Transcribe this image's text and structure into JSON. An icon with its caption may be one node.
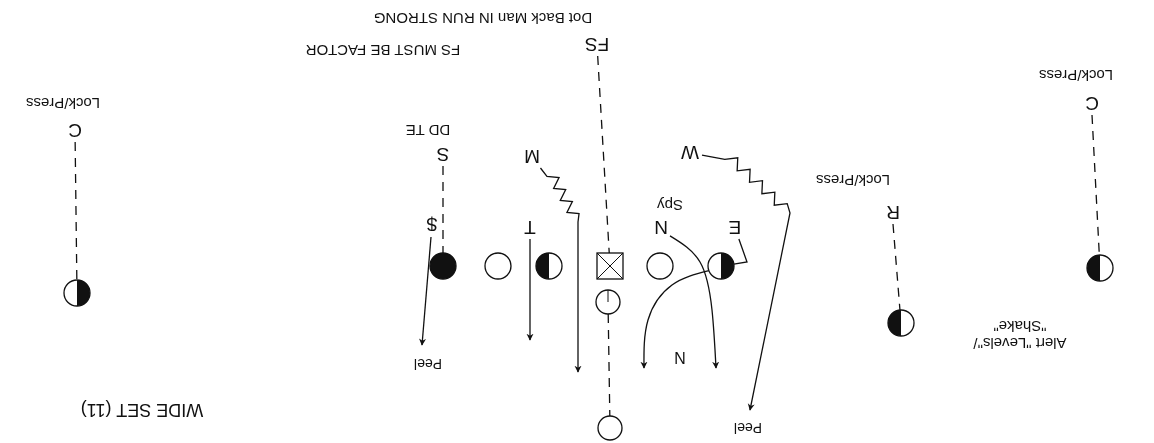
{
  "diagram": {
    "nodes": [
      {
        "text": [
          "FS"
        ],
        "beside": [
          "FS MUST BE FACTOR",
          "Dot Back Man IN RUN STRONG"
        ]
      },
      {
        "text": [
          "C"
        ],
        "beside": [
          "Lock/Press"
        ]
      },
      {
        "text": [
          "S"
        ],
        "beside": [
          "DD TE"
        ]
      },
      {
        "text": [
          "M"
        ]
      },
      {
        "text": [
          "W"
        ]
      },
      {
        "text": [
          "R"
        ],
        "beside": [
          "Lock/Press"
        ]
      },
      {
        "text": [
          "C"
        ],
        "beside": [
          "Lock/Press"
        ]
      },
      {
        "text": [
          "N"
        ],
        "beside": [
          "Spy"
        ]
      },
      {
        "text": [
          "E"
        ]
      },
      {
        "text": [
          "T"
        ]
      },
      {
        "text": [
          "$"
        ]
      },
      {
        "text": [],
        "shape": "circle"
      },
      {
        "text": [],
        "shape": "circle"
      },
      {
        "text": [],
        "shape": "circle"
      },
      {
        "text": [],
        "shape": "circle"
      },
      {
        "text": [],
        "shape": "box"
      },
      {
        "text": [],
        "shape": "circle"
      },
      {
        "text": [],
        "shape": "circle"
      },
      {
        "text": [],
        "shape": "circle"
      },
      {
        "text": [],
        "shape": "circle"
      },
      {
        "text": [],
        "shape": "circle"
      },
      {
        "text": [],
        "shape": "circle"
      }
    ],
    "edges": [
      {
        "from": 0,
        "to": 15,
        "arrow": "none",
        "style": "dashed"
      },
      {
        "from": 1,
        "to": 11,
        "arrow": "none",
        "style": "dashed"
      },
      {
        "from": 2,
        "to": 12,
        "arrow": "none",
        "style": "dashed"
      },
      {
        "from": 5,
        "to": 18,
        "arrow": "none",
        "style": "dashed"
      },
      {
        "from": 6,
        "to": 19,
        "arrow": "none",
        "style": "dashed"
      },
      {
        "from": 20,
        "to": 21,
        "arrow": "none",
        "style": "dashed"
      },
      {
        "from": 3,
        "to": null,
        "arrow": "to"
      },
      {
        "from": 4,
        "to": null,
        "arrow": "to",
        "label": "Peel"
      },
      {
        "from": 9,
        "to": null,
        "arrow": "to"
      },
      {
        "from": 10,
        "to": null,
        "arrow": "to",
        "label": "Peel"
      },
      {
        "from": 7,
        "to": null,
        "arrow": "to"
      },
      {
        "from": 17,
        "to": null,
        "arrow": "to"
      },
      {
        "from": 8,
        "to": 17,
        "arrow": "none"
      }
    ],
    "labels": [
      "N",
      "Alert \"Levels\"/ \"Shake\"",
      "WIDE SET (11)"
    ]
  }
}
